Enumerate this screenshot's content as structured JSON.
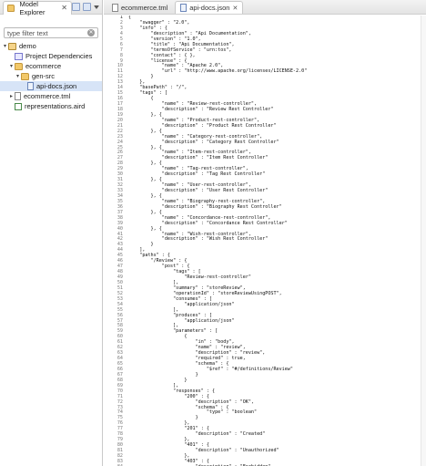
{
  "left_panel": {
    "title": "Model Explorer",
    "filter_placeholder": "type filter text",
    "tree": [
      {
        "indent": 0,
        "twisty": "▾",
        "icon": "proj",
        "label": "demo",
        "selected": false
      },
      {
        "indent": 1,
        "twisty": "",
        "icon": "deps",
        "label": "Project Dependencies",
        "selected": false
      },
      {
        "indent": 1,
        "twisty": "▾",
        "icon": "folder",
        "label": "ecommerce",
        "selected": false
      },
      {
        "indent": 2,
        "twisty": "▾",
        "icon": "folder",
        "label": "gen-src",
        "selected": false
      },
      {
        "indent": 3,
        "twisty": "",
        "icon": "json",
        "label": "api-docs.json",
        "selected": true
      },
      {
        "indent": 1,
        "twisty": "▸",
        "icon": "file",
        "label": "ecommerce.tml",
        "selected": false
      },
      {
        "indent": 1,
        "twisty": "",
        "icon": "aird",
        "label": "representations.aird",
        "selected": false
      }
    ]
  },
  "editor": {
    "tabs": [
      {
        "label": "ecommerce.tml",
        "active": false
      },
      {
        "label": "api-docs.json",
        "active": true
      }
    ],
    "lines": [
      "{",
      "    \"swagger\" : \"2.0\",",
      "    \"info\" : {",
      "        \"description\" : \"Api Documentation\",",
      "        \"version\" : \"1.0\",",
      "        \"title\" : \"Api Documentation\",",
      "        \"termsOfService\" : \"urn:tos\",",
      "        \"contact\" : { },",
      "        \"license\" : {",
      "            \"name\" : \"Apache 2.0\",",
      "            \"url\" : \"http://www.apache.org/licenses/LICENSE-2.0\"",
      "        }",
      "    },",
      "    \"basePath\" : \"/\",",
      "    \"tags\" : [",
      "        {",
      "            \"name\" : \"Review-rest-controller\",",
      "            \"description\" : \"Review Rest Controller\"",
      "        }, {",
      "            \"name\" : \"Product-rest-controller\",",
      "            \"description\" : \"Product Rest Controller\"",
      "        }, {",
      "            \"name\" : \"Category-rest-controller\",",
      "            \"description\" : \"Category Rest Controller\"",
      "        }, {",
      "            \"name\" : \"Item-rest-controller\",",
      "            \"description\" : \"Item Rest Controller\"",
      "        }, {",
      "            \"name\" : \"Tag-rest-controller\",",
      "            \"description\" : \"Tag Rest Controller\"",
      "        }, {",
      "            \"name\" : \"User-rest-controller\",",
      "            \"description\" : \"User Rest Controller\"",
      "        }, {",
      "            \"name\" : \"Biography-rest-controller\",",
      "            \"description\" : \"Biography Rest Controller\"",
      "        }, {",
      "            \"name\" : \"Concordance-rest-controller\",",
      "            \"description\" : \"Concordance Rest Controller\"",
      "        }, {",
      "            \"name\" : \"Wish-rest-controller\",",
      "            \"description\" : \"Wish Rest Controller\"",
      "        }",
      "    ],",
      "    \"paths\" : {",
      "        \"/Review\" : {",
      "            \"post\" : {",
      "                \"tags\" : [",
      "                    \"Review-rest-controller\"",
      "                ],",
      "                \"summary\" : \"storeReview\",",
      "                \"operationId\" : \"storeReviewUsingPOST\",",
      "                \"consumes\" : [",
      "                    \"application/json\"",
      "                ],",
      "                \"produces\" : [",
      "                    \"application/json\"",
      "                ],",
      "                \"parameters\" : [",
      "                    {",
      "                        \"in\" : \"body\",",
      "                        \"name\" : \"review\",",
      "                        \"description\" : \"review\",",
      "                        \"required\" : true,",
      "                        \"schema\" : {",
      "                            \"$ref\" : \"#/definitions/Review\"",
      "                        }",
      "                    }",
      "                ],",
      "                \"responses\" : {",
      "                    \"200\" : {",
      "                        \"description\" : \"OK\",",
      "                        \"schema\" : {",
      "                            \"type\" : \"boolean\"",
      "                        }",
      "                    },",
      "                    \"201\" : {",
      "                        \"description\" : \"Created\"",
      "                    },",
      "                    \"401\" : {",
      "                        \"description\" : \"Unauthorized\"",
      "                    },",
      "                    \"403\" : {",
      "                        \"description\" : \"Forbidden\""
    ]
  }
}
